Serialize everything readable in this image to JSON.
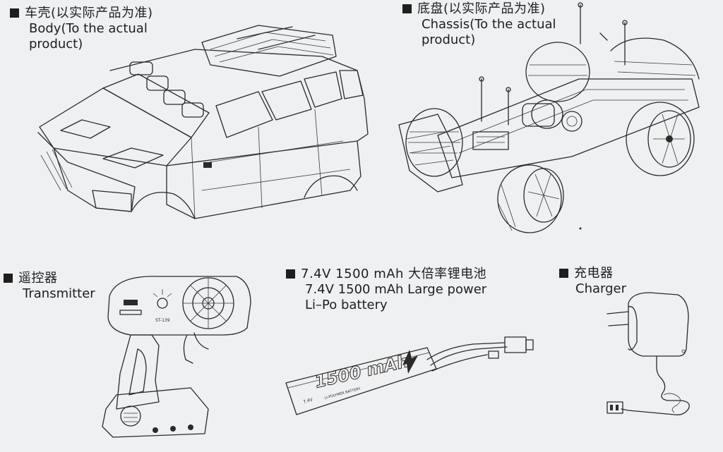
{
  "items": [
    {
      "id": "body",
      "zh": "车壳(以实际产品为准)",
      "en": [
        "Body(To the actual",
        "product)"
      ]
    },
    {
      "id": "chassis",
      "zh": "底盘(以实际产品为准)",
      "en": [
        "Chassis(To the actual",
        "product)"
      ]
    },
    {
      "id": "transmitter",
      "zh": "遥控器",
      "en": [
        "Transmitter"
      ]
    },
    {
      "id": "battery",
      "zh": "7.4V 1500 mAh 大倍率锂电池",
      "en": [
        "7.4V 1500 mAh Large power",
        "Li–Po battery"
      ]
    },
    {
      "id": "charger",
      "zh": "充电器",
      "en": [
        "Charger"
      ]
    }
  ],
  "battery_label": {
    "capacity": "1500 mAh",
    "voltage": "7.4V",
    "type": "LI-POLYMER BATTERY"
  },
  "transmitter_label": "ST-139"
}
